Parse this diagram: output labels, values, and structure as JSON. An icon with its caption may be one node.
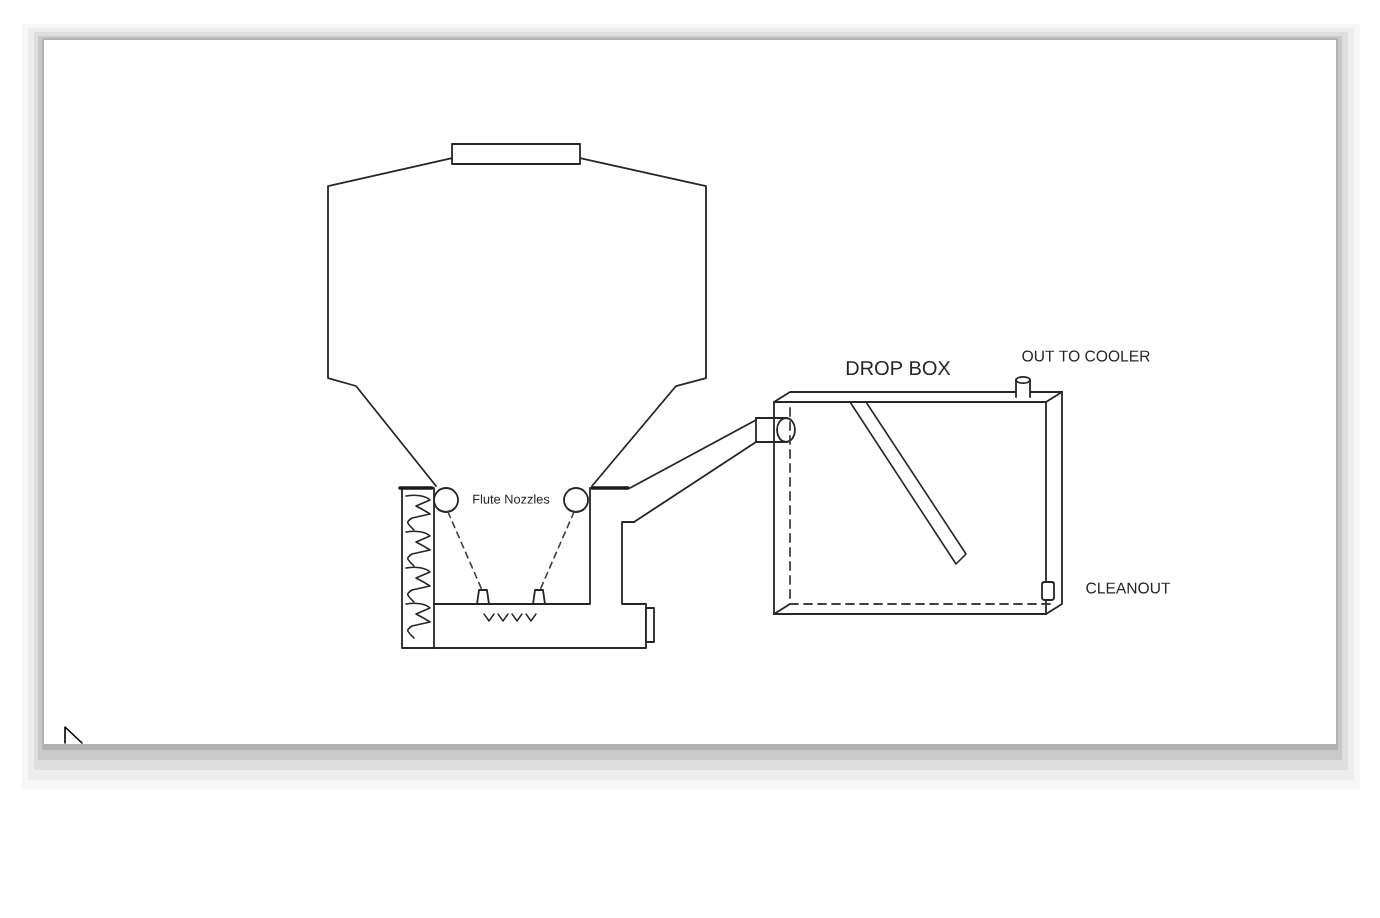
{
  "diagram": {
    "labels": [
      "DROP BOX",
      "OUT TO COOLER",
      "Flute Nozzles",
      "CLEANOUT"
    ]
  }
}
